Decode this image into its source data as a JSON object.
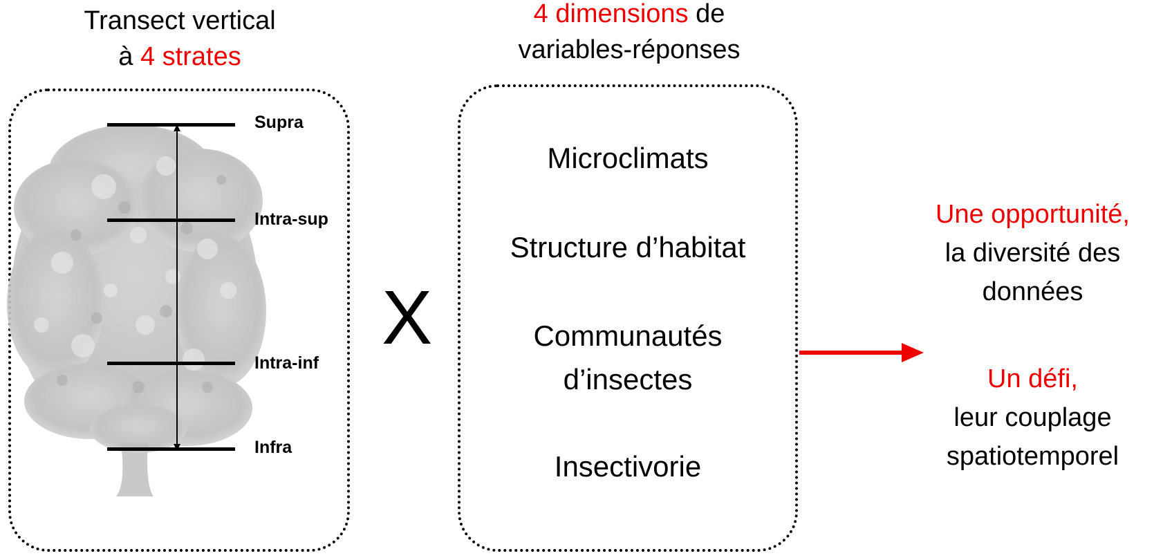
{
  "left_heading": {
    "line1": "Transect vertical",
    "line2_prefix": "à ",
    "line2_highlight": "4 strates"
  },
  "right_heading": {
    "line1_highlight": "4 dimensions",
    "line1_suffix": " de",
    "line2": "variables-réponses"
  },
  "strata": [
    "Supra",
    "Intra-sup",
    "Intra-inf",
    "Infra"
  ],
  "operator": "X",
  "dimensions": [
    "Microclimats",
    "Structure d’habitat",
    "Communautés",
    "d’insectes",
    "Insectivorie"
  ],
  "conclusion": {
    "opportunity_highlight": "Une opportunité,",
    "opportunity_line1": "la diversité des",
    "opportunity_line2": "données",
    "challenge_highlight": "Un défi,",
    "challenge_line1": "leur couplage",
    "challenge_line2": "spatiotemporel"
  },
  "colors": {
    "accent": "#ee0000",
    "tree": "#c8c8c8"
  },
  "icons": {
    "tree": "tree-illustration",
    "arrow": "right-arrow"
  }
}
